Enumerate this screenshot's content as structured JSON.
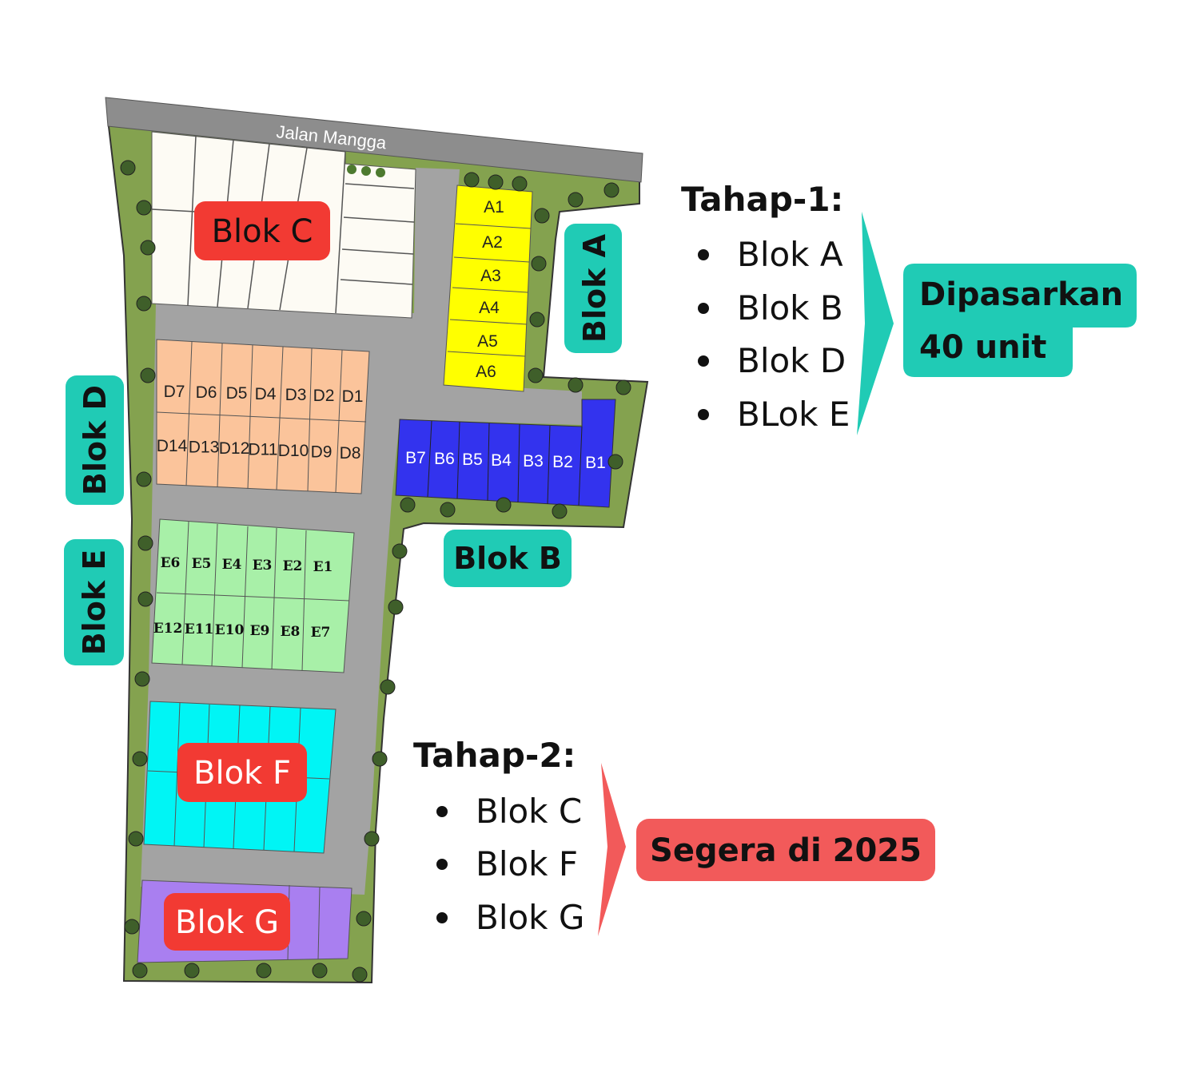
{
  "map": {
    "road_name": "Jalan Mangga",
    "blocks": {
      "A": {
        "label": "Blok A",
        "lots": [
          "A1",
          "A2",
          "A3",
          "A4",
          "A5",
          "A6"
        ],
        "color": "#ffff00"
      },
      "B": {
        "label": "Blok B",
        "lots": [
          "B7",
          "B6",
          "B5",
          "B4",
          "B3",
          "B2",
          "B1"
        ],
        "color": "#3333ee"
      },
      "C": {
        "label": "Blok C",
        "color": "#fdfbf4"
      },
      "D": {
        "label": "Blok D",
        "lots_top": [
          "D7",
          "D6",
          "D5",
          "D4",
          "D3",
          "D2",
          "D1"
        ],
        "lots_bottom": [
          "D14",
          "D13",
          "D12",
          "D11",
          "D10",
          "D9",
          "D8"
        ],
        "color": "#fbc49b"
      },
      "E": {
        "label": "Blok E",
        "lots_top": [
          "E6",
          "E5",
          "E4",
          "E3",
          "E2",
          "E1"
        ],
        "lots_bottom": [
          "E12",
          "E11",
          "E10",
          "E9",
          "E8",
          "E7"
        ],
        "color": "#a8f0a8"
      },
      "F": {
        "label": "Blok F",
        "color": "#00f5f5"
      },
      "G": {
        "label": "Blok G",
        "color": "#a97ff0"
      }
    }
  },
  "phase1": {
    "title": "Tahap-1:",
    "items": [
      "Blok A",
      "Blok B",
      "Blok D",
      "BLok E"
    ],
    "result_line1": "Dipasarkan",
    "result_line2": "40 unit",
    "color": "#20cbb5"
  },
  "phase2": {
    "title": "Tahap-2:",
    "items": [
      "Blok C",
      "Blok F",
      "Blok G"
    ],
    "result": "Segera di 2025",
    "color": "#f25a5a"
  }
}
